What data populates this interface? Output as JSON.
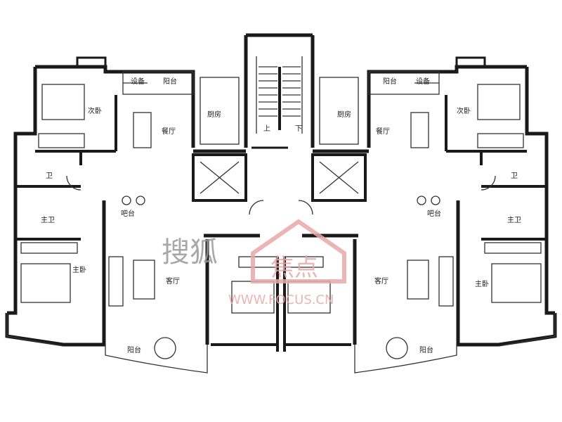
{
  "colors": {
    "wall": "#1a1a1a",
    "thin_line": "#333333",
    "watermark": "#e9a9a9",
    "watermark_gray": "#9a9a9a",
    "background": "#ffffff"
  },
  "labels": {
    "left": {
      "equipment": "设备",
      "balcony_top": "阳台",
      "second_bedroom": "次卧",
      "dining": "餐厅",
      "kitchen": "厨房",
      "bathroom": "卫",
      "master_bath": "主卫",
      "bar": "吧台",
      "master_bedroom": "主卧",
      "living": "客厅",
      "balcony_bottom": "阳台"
    },
    "right": {
      "equipment": "设备",
      "balcony_top": "阳台",
      "second_bedroom": "次卧",
      "dining": "餐厅",
      "kitchen": "厨房",
      "bathroom": "卫",
      "master_bath": "主卫",
      "bar": "吧台",
      "master_bedroom": "主卧",
      "living": "客厅",
      "balcony_bottom": "阳台"
    },
    "stairs_up": "上",
    "stairs_down": "下"
  },
  "watermark": {
    "chars": "搜狐",
    "logo": "焦点",
    "url": "WWW.FOCUS.CN"
  }
}
